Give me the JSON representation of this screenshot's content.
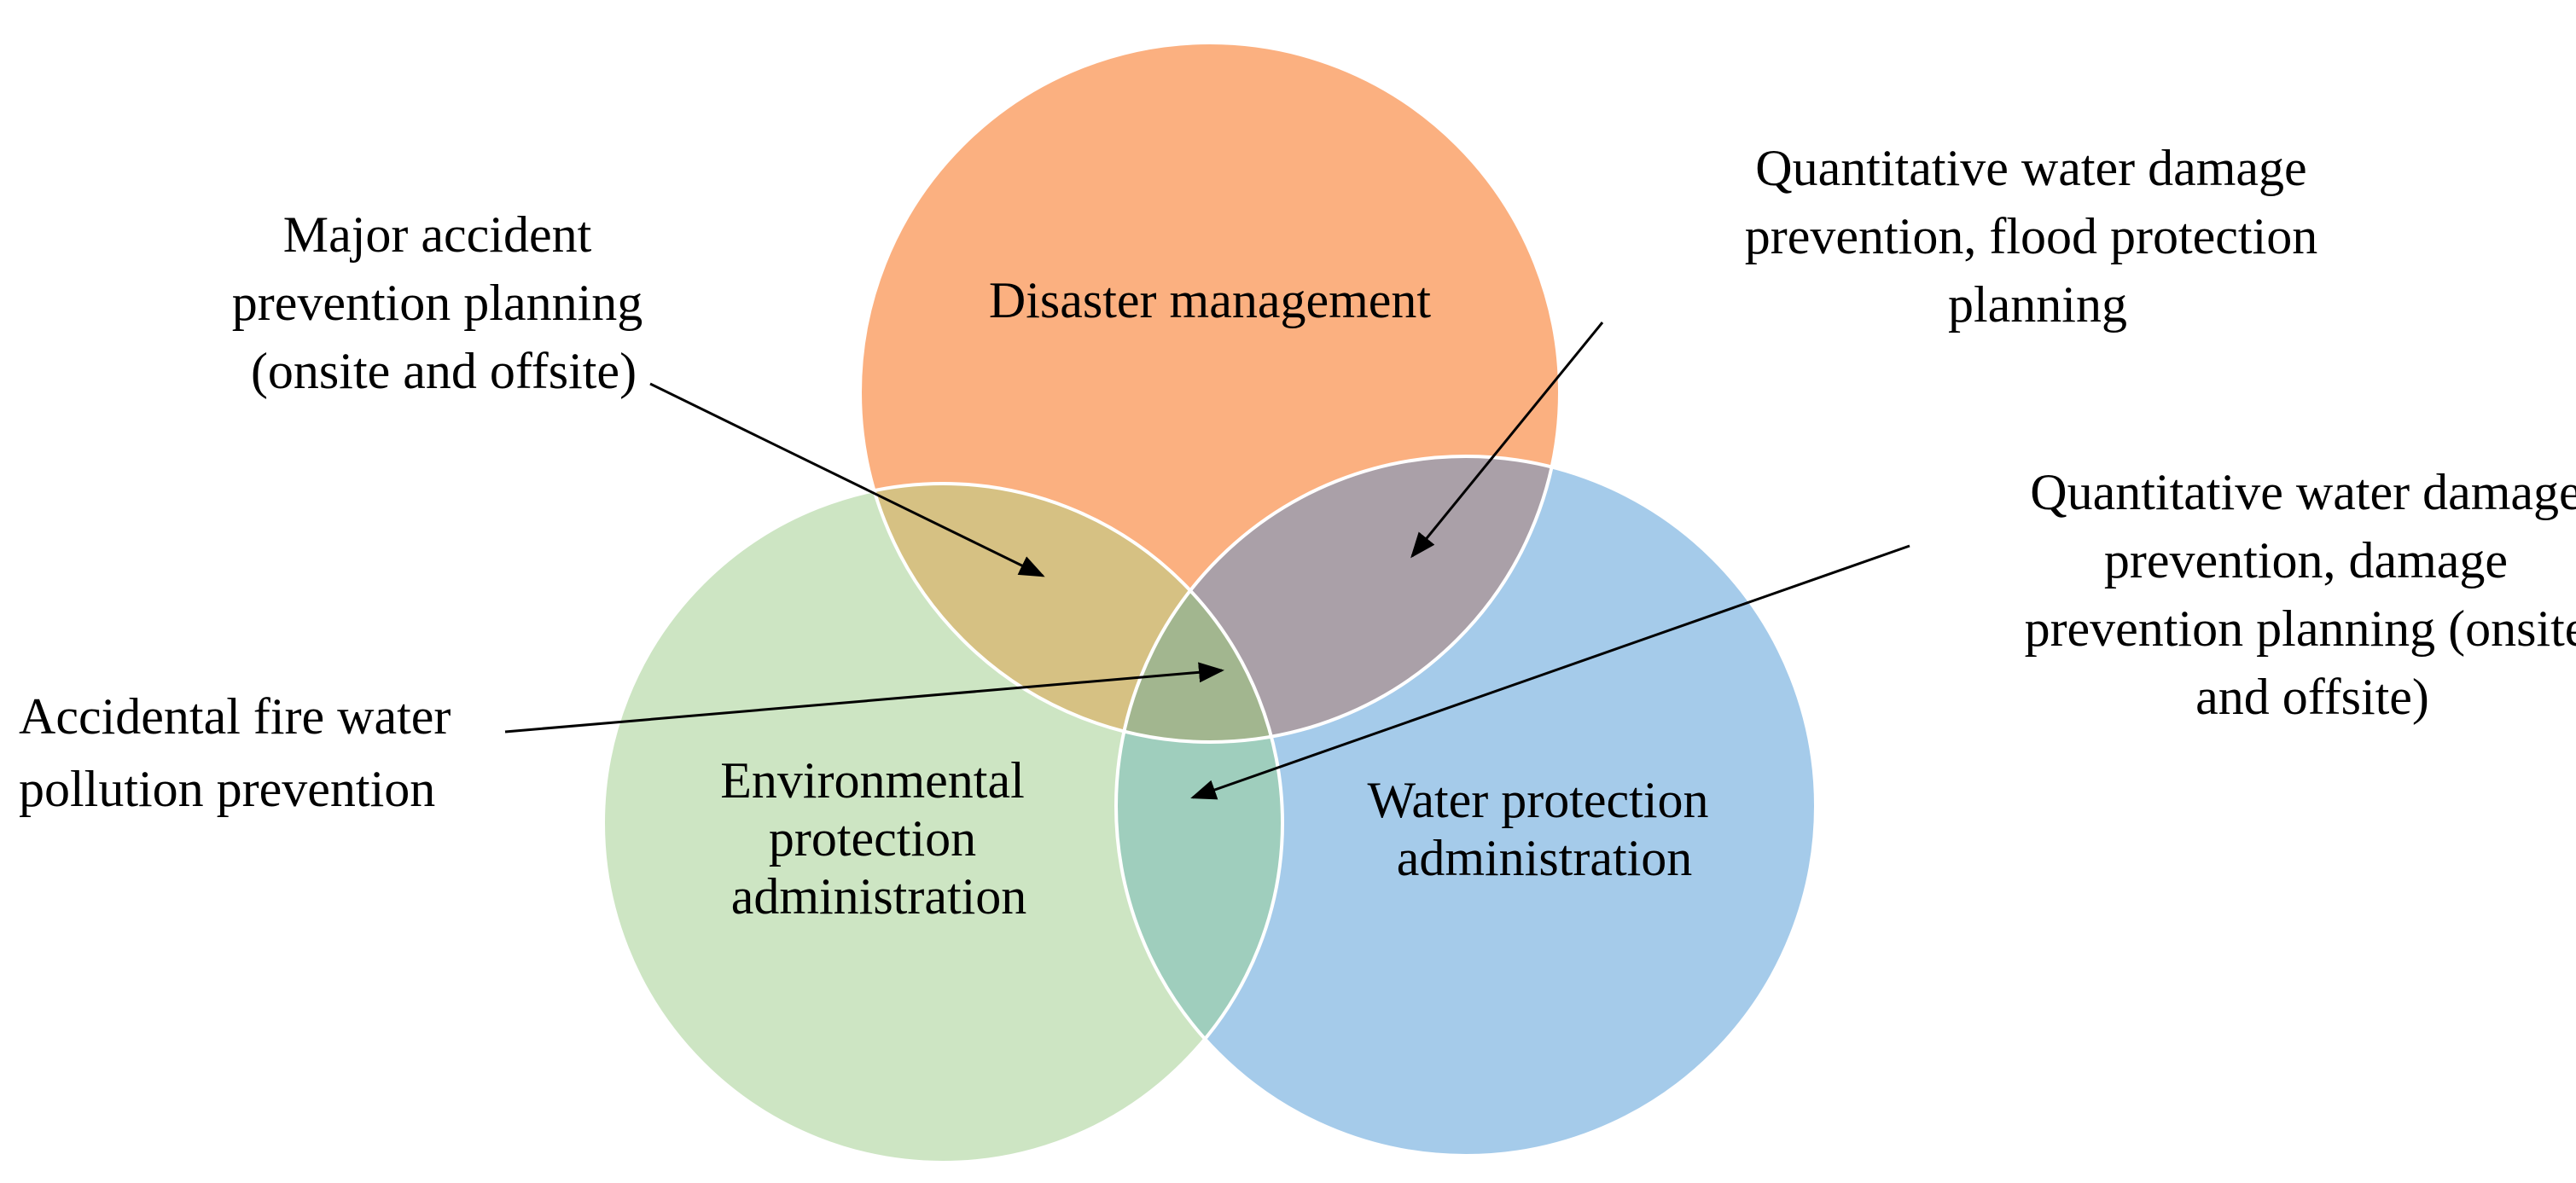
{
  "diagram": {
    "colors": {
      "disaster": "#fbb080",
      "environment": "#cde5c3",
      "water": "#a5cbea",
      "overlap_disaster_environment": "#d6c183",
      "overlap_disaster_water": "#aaa0a8",
      "overlap_environment_water": "#9fcebd",
      "overlap_center": "#a2b68f",
      "arrow": "#000000",
      "circle_outline": "#ffffff"
    },
    "circles": {
      "disaster": {
        "lines": [
          "Disaster management"
        ]
      },
      "environment": {
        "lines": [
          "Environmental",
          "protection",
          "administration"
        ]
      },
      "water": {
        "lines": [
          "Water protection",
          "administration"
        ]
      }
    },
    "annotations": {
      "major_accident": {
        "lines": [
          "Major accident",
          "prevention planning",
          "(onsite and offsite)"
        ]
      },
      "flood_protection": {
        "lines": [
          "Quantitative water damage",
          "prevention, flood protection",
          "planning"
        ]
      },
      "damage_prevention": {
        "lines": [
          "Quantitative water damage",
          "prevention, damage",
          "prevention planning (onsite",
          "and offsite)"
        ]
      },
      "fire_water": {
        "lines": [
          "Accidental fire water",
          "pollution prevention"
        ]
      }
    }
  }
}
